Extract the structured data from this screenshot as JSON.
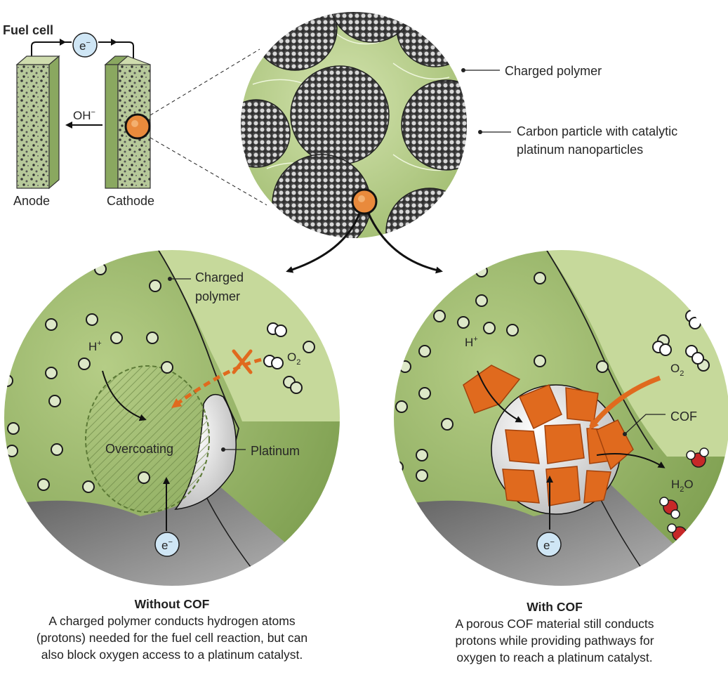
{
  "fuel_cell": {
    "title": "Fuel cell",
    "electron": "e",
    "electron_sup": "−",
    "ion": "OH",
    "ion_sup": "−",
    "anode": "Anode",
    "cathode": "Cathode"
  },
  "zoom": {
    "charged_polymer": "Charged polymer",
    "carbon_line1": "Carbon particle with catalytic",
    "carbon_line2": "platinum nanoparticles"
  },
  "without": {
    "charged_line1": "Charged",
    "charged_line2": "polymer",
    "proton": "H",
    "proton_sup": "+",
    "oxygen": "O",
    "oxygen_sub": "2",
    "overcoating": "Overcoating",
    "platinum": "Platinum",
    "electron": "e",
    "electron_sup": "−",
    "title": "Without COF",
    "desc_line1": "A charged polymer conducts hydrogen atoms",
    "desc_line2": "(protons) needed for the fuel cell reaction, but can",
    "desc_line3": "also block oxygen access to a platinum catalyst."
  },
  "with": {
    "proton": "H",
    "proton_sup": "+",
    "oxygen": "O",
    "oxygen_sub": "2",
    "cof": "COF",
    "water": "H",
    "water_sub": "2",
    "water_end": "O",
    "electron": "e",
    "electron_sup": "−",
    "title": "With COF",
    "desc_line1": "A porous COF material still conducts",
    "desc_line2": "protons while providing pathways for",
    "desc_line3": "oxygen to reach a platinum catalyst."
  },
  "colors": {
    "polymer_green": "#a9c47a",
    "cof_orange": "#e06a1e",
    "water_red": "#c62828",
    "electron_blue": "#cfe6f5"
  }
}
